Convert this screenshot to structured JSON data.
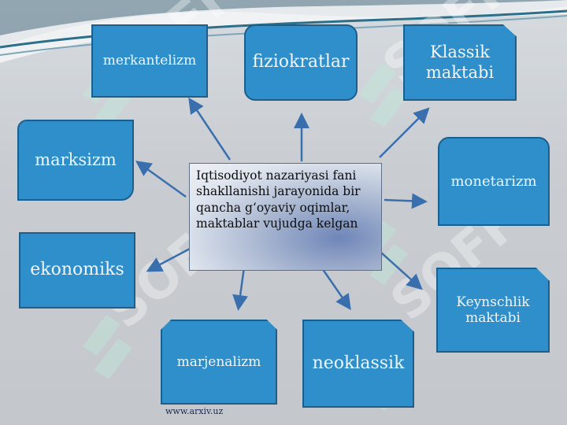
{
  "center_text": "Iqtisodiyot nazariyasi fani shakllanishi jarayonida bir qancha g‘oyaviy oqimlar, maktablar vujudga kelgan",
  "nodes": {
    "merkantelizm": "merkantelizm",
    "fiziokratlar": "fiziokratlar",
    "klassik": "Klassik maktabi",
    "marksizm": "marksizm",
    "monetarizm": "monetarizm",
    "ekonomiks": "ekonomiks",
    "keynschlik": "Keynschlik maktabi",
    "marjenalizm": "marjenalizm",
    "neoklassik": "neoklassik"
  },
  "footer": "www.arxiv.uz",
  "watermark": "SOFF",
  "colors": {
    "node_fill": "#2e8fcb",
    "node_border": "#1c5f8e",
    "arrow": "#3a6fae"
  }
}
